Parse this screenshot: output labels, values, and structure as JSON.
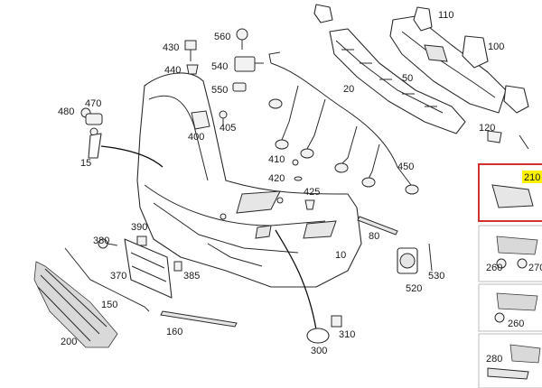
{
  "diagram": {
    "highlight_color": "#d0312d",
    "label_highlight_color": "#fff200",
    "callouts": {
      "c10": "10",
      "c15": "15",
      "c20": "20",
      "c50": "50",
      "c80": "80",
      "c100": "100",
      "c110": "110",
      "c120": "120",
      "c150": "150",
      "c160": "160",
      "c200": "200",
      "c210": "210",
      "c260a": "260",
      "c260b": "260",
      "c270": "270",
      "c280": "280",
      "c300": "300",
      "c310": "310",
      "c370": "370",
      "c380": "380",
      "c385": "385",
      "c390": "390",
      "c400": "400",
      "c405": "405",
      "c410": "410",
      "c420": "420",
      "c425": "425",
      "c430": "430",
      "c440": "440",
      "c450": "450",
      "c470": "470",
      "c480": "480",
      "c520": "520",
      "c530": "530",
      "c540": "540",
      "c550": "550",
      "c560": "560"
    }
  }
}
